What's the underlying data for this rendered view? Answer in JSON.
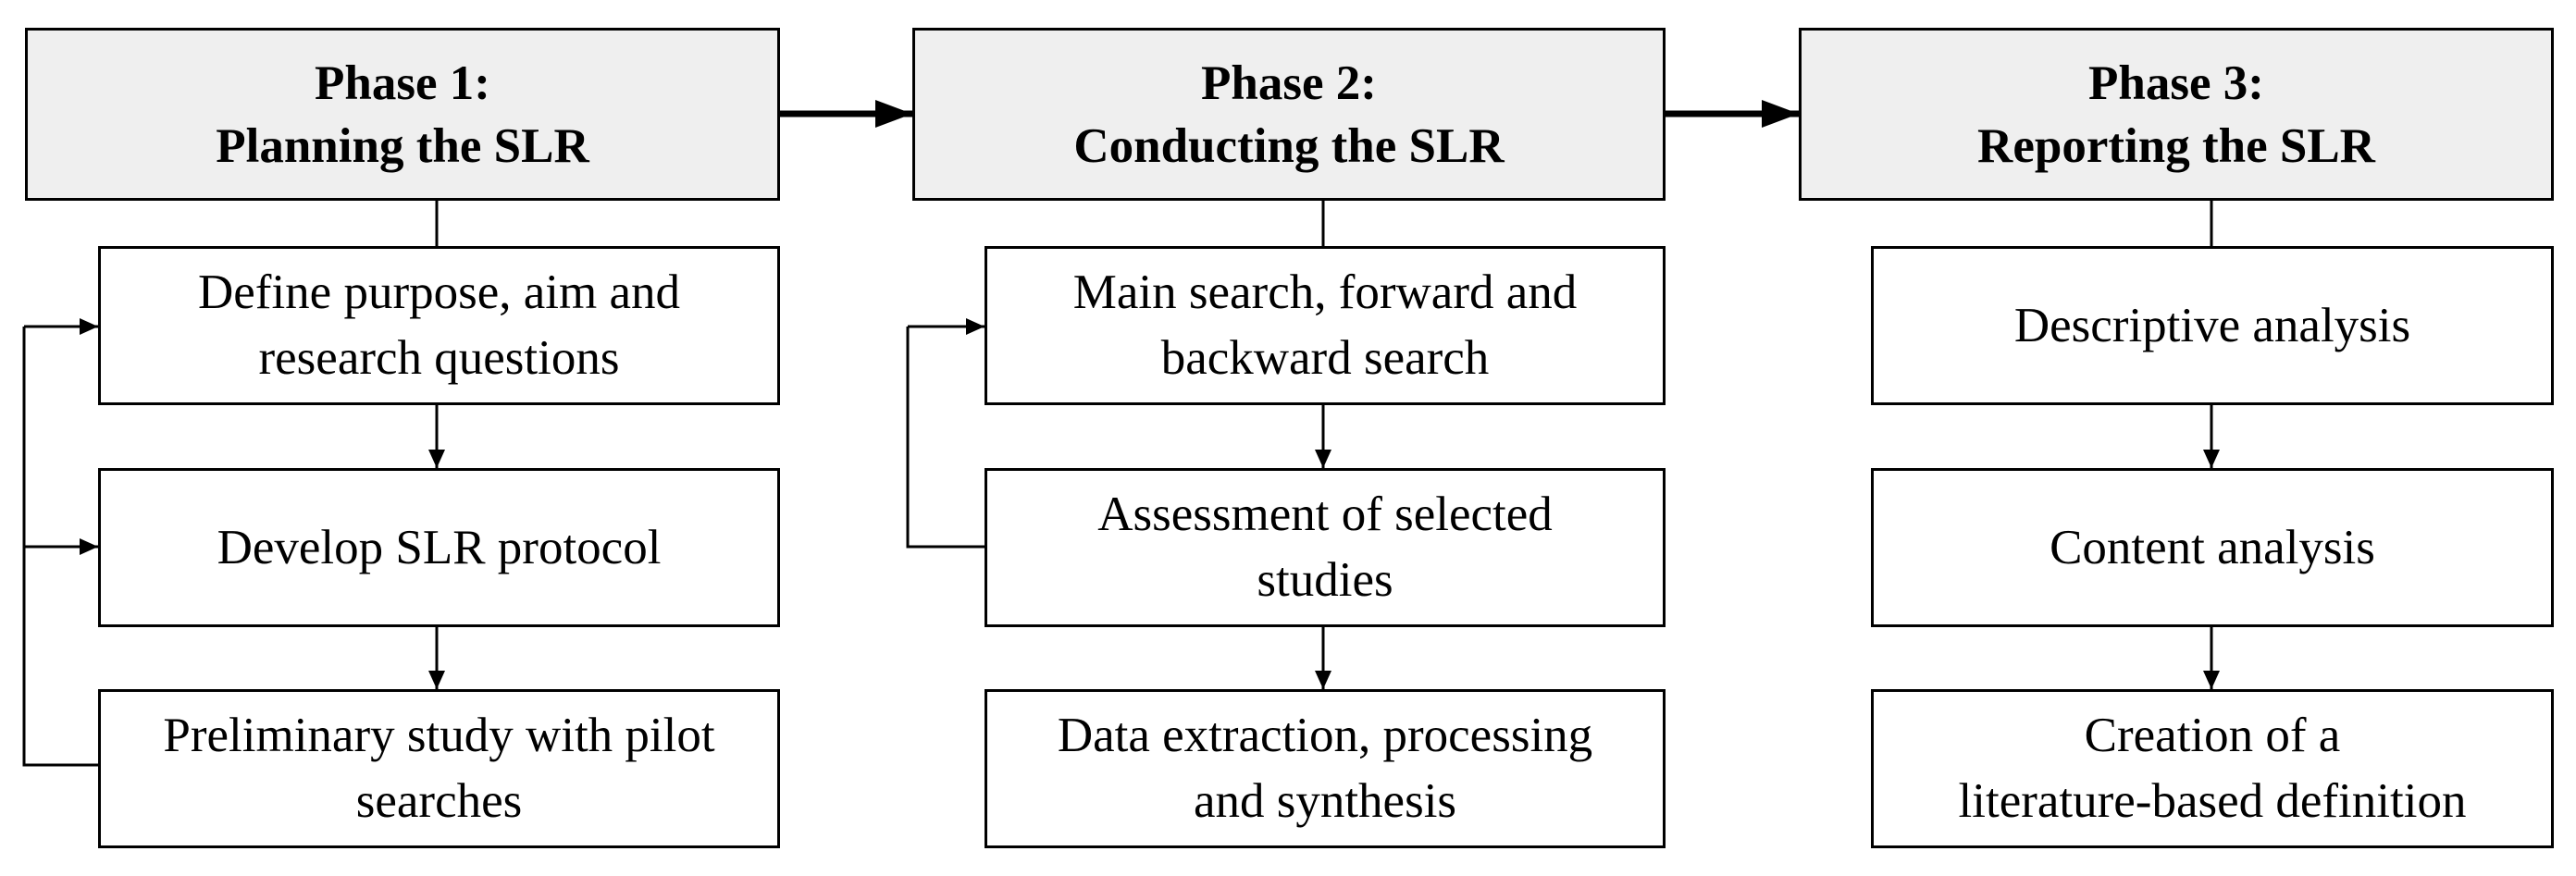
{
  "phases": [
    {
      "title": "Phase 1:",
      "subtitle": "Planning the SLR",
      "steps": [
        {
          "lines": [
            "Define purpose, aim and",
            "research questions"
          ]
        },
        {
          "lines": [
            "Develop SLR protocol"
          ]
        },
        {
          "lines": [
            "Preliminary study with pilot",
            "searches"
          ]
        }
      ]
    },
    {
      "title": "Phase 2:",
      "subtitle": "Conducting the SLR",
      "steps": [
        {
          "lines": [
            "Main search, forward and",
            "backward search"
          ]
        },
        {
          "lines": [
            "Assessment of selected",
            "studies"
          ]
        },
        {
          "lines": [
            "Data extraction, processing",
            "and synthesis"
          ]
        }
      ]
    },
    {
      "title": "Phase 3:",
      "subtitle": "Reporting the SLR",
      "steps": [
        {
          "lines": [
            "Descriptive analysis"
          ]
        },
        {
          "lines": [
            "Content analysis"
          ]
        },
        {
          "lines": [
            "Creation of a",
            "literature-based definition"
          ]
        }
      ]
    }
  ],
  "colors": {
    "phase_fill": "#efefef",
    "box_fill": "#ffffff",
    "stroke": "#000000"
  }
}
